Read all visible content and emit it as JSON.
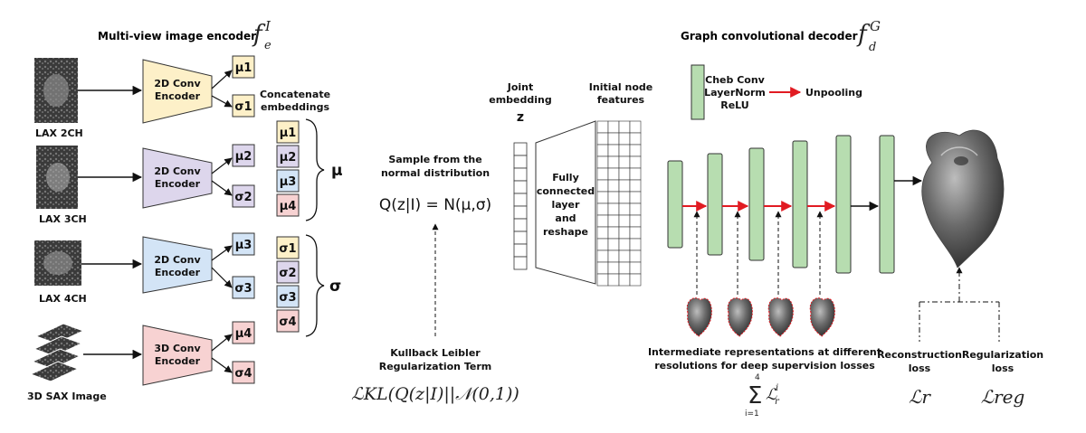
{
  "encoder": {
    "title": "Multi-view image encoder",
    "symbol": "f",
    "symbol_sup": "I",
    "symbol_sub": "e",
    "views": [
      {
        "label": "LAX 2CH",
        "encoder": [
          "2D Conv",
          "Encoder"
        ],
        "color": "#fdf0c8",
        "mu": "μ1",
        "sigma": "σ1"
      },
      {
        "label": "LAX 3CH",
        "encoder": [
          "2D Conv",
          "Encoder"
        ],
        "color": "#ddd6ec",
        "mu": "μ2",
        "sigma": "σ2"
      },
      {
        "label": "LAX 4CH",
        "encoder": [
          "2D Conv",
          "Encoder"
        ],
        "color": "#d3e4f6",
        "mu": "μ3",
        "sigma": "σ3"
      },
      {
        "label": "3D SAX Image",
        "encoder": [
          "3D Conv",
          "Encoder"
        ],
        "color": "#f7d2d2",
        "mu": "μ4",
        "sigma": "σ4"
      }
    ],
    "concat_label": [
      "Concatenate",
      "embeddings"
    ],
    "mu_stack": [
      "μ1",
      "μ2",
      "μ3",
      "μ4"
    ],
    "sigma_stack": [
      "σ1",
      "σ2",
      "σ3",
      "σ4"
    ],
    "mu_symbol": "μ",
    "sigma_symbol": "σ"
  },
  "sampling": {
    "label": [
      "Sample from the",
      "normal distribution"
    ],
    "equation": "Q(z|I) = N(μ,σ)",
    "kl_label": [
      "Kullback Leibler",
      "Regularization Term"
    ],
    "kl_formula": "ℒKL(Q(z|I)||𝒩(0,1))"
  },
  "middle": {
    "joint_label": [
      "Joint",
      "embedding"
    ],
    "z_symbol": "z",
    "fc_label": [
      "Fully",
      "connected",
      "layer",
      "and",
      "reshape"
    ],
    "init_label": [
      "Initial node",
      "features"
    ]
  },
  "decoder": {
    "title": "Graph convolutional decoder",
    "symbol": "f",
    "symbol_sup": "G",
    "symbol_sub": "d",
    "legend_layers": [
      "Cheb Conv",
      "LayerNorm",
      "ReLU"
    ],
    "legend_unpool": "Unpooling",
    "intermediate_label": [
      "Intermediate representations at different",
      "resolutions for deep supervision losses"
    ],
    "sum_formula": "Σ ℒr",
    "sum_top": "4",
    "sum_bottom": "i=1",
    "sum_sup": "i",
    "recon_label": [
      "Reconstruction",
      "loss"
    ],
    "recon_symbol": "ℒr",
    "reg_label": [
      "Regularization",
      "loss"
    ],
    "reg_symbol": "ℒreg"
  },
  "colors": {
    "green_layer": "#b7ddb0",
    "red_arrow": "#e11b22",
    "heart_dark": "#3a3a3a"
  }
}
